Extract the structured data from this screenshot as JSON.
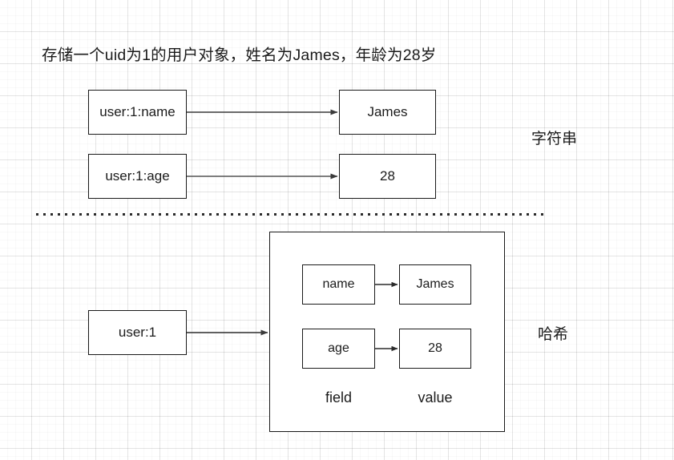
{
  "title": "存储一个uid为1的用户对象，姓名为James，年龄为28岁",
  "string_section": {
    "label": "字符串",
    "rows": [
      {
        "key": "user:1:name",
        "value": "James"
      },
      {
        "key": "user:1:age",
        "value": "28"
      }
    ]
  },
  "hash_section": {
    "label": "哈希",
    "root_key": "user:1",
    "field_caption": "field",
    "value_caption": "value",
    "entries": [
      {
        "field": "name",
        "value": "James"
      },
      {
        "field": "age",
        "value": "28"
      }
    ]
  },
  "style": {
    "stroke": "#1a1a1a",
    "text": "#1b1b1b",
    "background": "#ffffff",
    "grid_major": "#d8d8d8",
    "grid_minor": "#f2f2f2"
  }
}
